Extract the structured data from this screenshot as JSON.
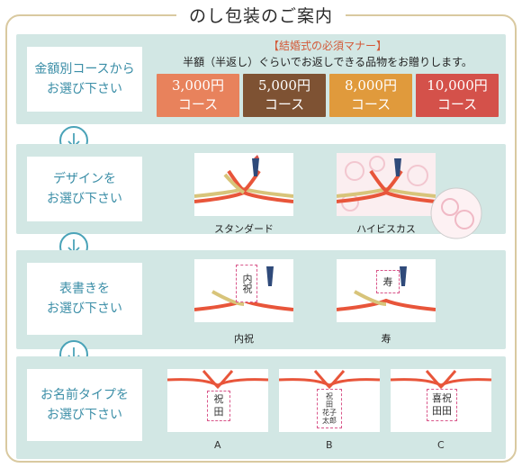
{
  "title": "のし包装のご案内",
  "steps": {
    "price": {
      "label": [
        "金額別コースから",
        "お選び下さい"
      ]
    },
    "design": {
      "label": [
        "デザインを",
        "お選び下さい"
      ]
    },
    "omote": {
      "label": [
        "表書きを",
        "お選び下さい"
      ]
    },
    "name": {
      "label": [
        "お名前タイプを",
        "お選び下さい"
      ]
    }
  },
  "manner": {
    "heading": "【結婚式の必須マナー】",
    "text": "半額（半返し）ぐらいでお返しできる品物をお贈りします。"
  },
  "courses": [
    {
      "amount": "3,000円",
      "label": "コース",
      "color": "#e8825c"
    },
    {
      "amount": "5,000円",
      "label": "コース",
      "color": "#7e5233"
    },
    {
      "amount": "8,000円",
      "label": "コース",
      "color": "#e09a3c"
    },
    {
      "amount": "10,000円",
      "label": "コース",
      "color": "#d4514a"
    }
  ],
  "designs": [
    {
      "caption": "スタンダード"
    },
    {
      "caption": "ハイビスカス"
    }
  ],
  "omote": [
    {
      "text": "内祝",
      "caption": "内祝"
    },
    {
      "text": "寿",
      "caption": "寿"
    }
  ],
  "names": [
    {
      "letter": "A",
      "lines": [
        "祝",
        "田"
      ]
    },
    {
      "letter": "B",
      "lines": [
        "祝",
        "田",
        "花子",
        "太郎"
      ]
    },
    {
      "letter": "C",
      "lines": [
        "喜祝",
        "田田"
      ]
    }
  ],
  "colors": {
    "accent": "#3b8ea7",
    "section_bg": "#d2e7e4",
    "ribbon_red": "#e8553a",
    "ribbon_gold": "#d8c47a"
  }
}
